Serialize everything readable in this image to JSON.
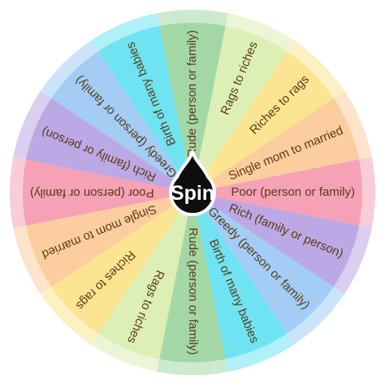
{
  "wheel": {
    "text_color": "#5a3b16",
    "spin_button": {
      "label": "Spin",
      "fill": "#0e0e0e",
      "text_color": "#ffffff"
    },
    "segments": [
      {
        "label": "Rude (person or family)",
        "color": "#a4d7a6"
      },
      {
        "label": "Rags to riches",
        "color": "#dcefb5"
      },
      {
        "label": "Riches to rags",
        "color": "#fbe592"
      },
      {
        "label": "Single mom to married",
        "color": "#fccd9f"
      },
      {
        "label": "Poor (person or family)",
        "color": "#f5a2b6"
      },
      {
        "label": "Rich (family or person)",
        "color": "#bca8e4"
      },
      {
        "label": "Greedy (person or family)",
        "color": "#a3cdf5"
      },
      {
        "label": "Birth of many babies",
        "color": "#6fe3f2"
      },
      {
        "label": "Rude (person or family)",
        "color": "#a4d7a6"
      },
      {
        "label": "Rags to riches",
        "color": "#dcefb5"
      },
      {
        "label": "Riches to rags",
        "color": "#fbe592"
      },
      {
        "label": "Single mom to married",
        "color": "#fccd9f"
      },
      {
        "label": "Poor (person or family)",
        "color": "#f5a2b6"
      },
      {
        "label": "Rich (family or person)",
        "color": "#bca8e4"
      },
      {
        "label": "Greedy (person or family)",
        "color": "#a3cdf5"
      },
      {
        "label": "Birth of many babies",
        "color": "#6fe3f2"
      }
    ]
  }
}
